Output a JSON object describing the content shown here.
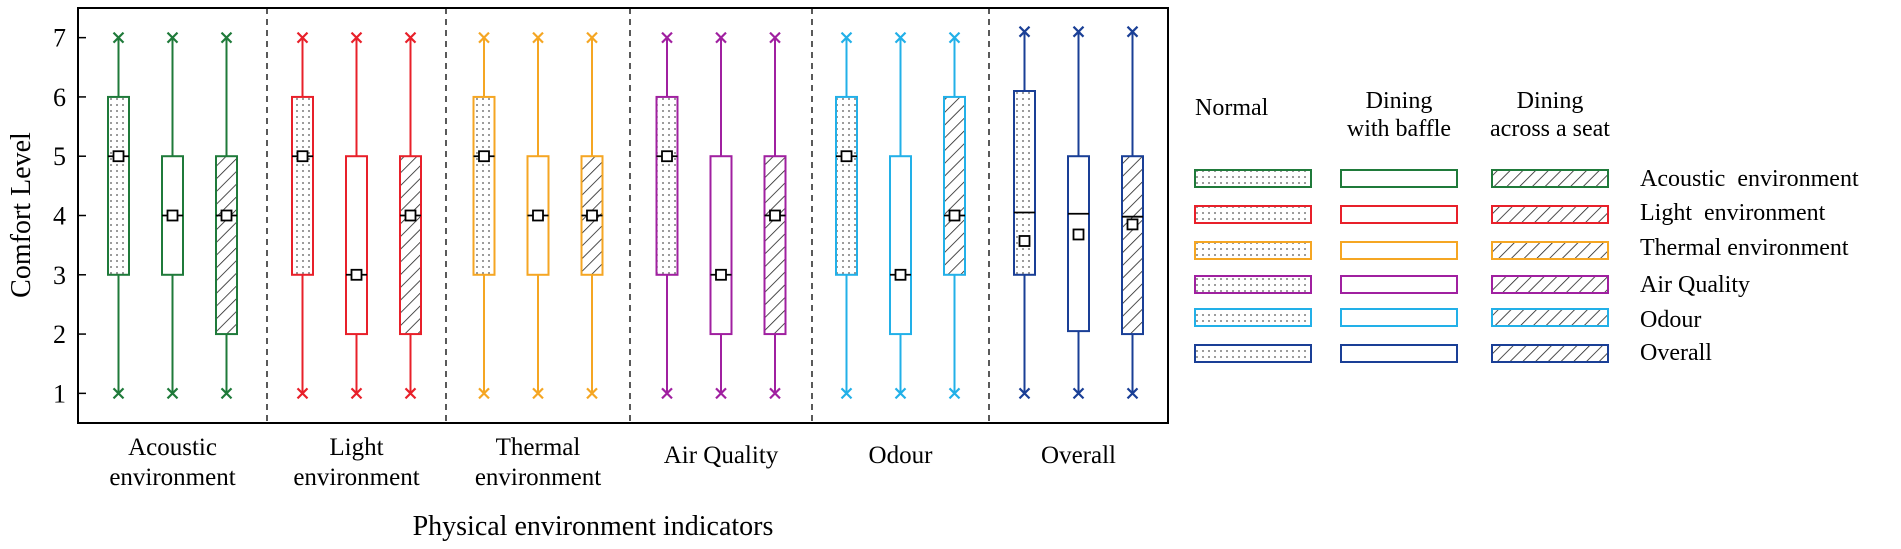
{
  "chart_data": {
    "type": "boxplot",
    "xlabel": "Physical environment indicators",
    "ylabel": "Comfort Level",
    "ylim": [
      0.5,
      7.5
    ],
    "yticks": [
      "1",
      "2",
      "3",
      "4",
      "5",
      "6",
      "7"
    ],
    "categories": [
      {
        "lines": [
          "Acoustic",
          "environment"
        ]
      },
      {
        "lines": [
          "Light",
          "environment"
        ]
      },
      {
        "lines": [
          "Thermal",
          "environment"
        ]
      },
      {
        "lines": [
          "Air Quality"
        ]
      },
      {
        "lines": [
          "Odour"
        ]
      },
      {
        "lines": [
          "Overall"
        ]
      }
    ],
    "groups": [
      {
        "lines": [
          "Normal"
        ],
        "fill": "dots"
      },
      {
        "lines": [
          "Dining",
          "with baffle"
        ],
        "fill": "none"
      },
      {
        "lines": [
          "Dining",
          "across a seat"
        ],
        "fill": "hatch"
      }
    ],
    "legend_rows": [
      {
        "label": "Acoustic  environment",
        "color": "#1f7a3a"
      },
      {
        "label": "Light  environment",
        "color": "#e8202a"
      },
      {
        "label": "Thermal environment",
        "color": "#f5a623"
      },
      {
        "label": "Air Quality",
        "color": "#a020a0"
      },
      {
        "label": "Odour",
        "color": "#22b0e8"
      },
      {
        "label": "Overall",
        "color": "#1a3f96"
      }
    ],
    "series": [
      {
        "category": "Acoustic environment",
        "color": "#1f7a3a",
        "boxes": [
          {
            "group": "Normal",
            "min": 1,
            "q1": 3,
            "median": 5,
            "q3": 6,
            "max": 7,
            "mean": 5
          },
          {
            "group": "Dining with baffle",
            "min": 1,
            "q1": 3,
            "median": 4,
            "q3": 5,
            "max": 7,
            "mean": 4
          },
          {
            "group": "Dining across a seat",
            "min": 1,
            "q1": 2,
            "median": 4,
            "q3": 5,
            "max": 7,
            "mean": 4
          }
        ]
      },
      {
        "category": "Light environment",
        "color": "#e8202a",
        "boxes": [
          {
            "group": "Normal",
            "min": 1,
            "q1": 3,
            "median": 5,
            "q3": 6,
            "max": 7,
            "mean": 5
          },
          {
            "group": "Dining with baffle",
            "min": 1,
            "q1": 2,
            "median": 3,
            "q3": 5,
            "max": 7,
            "mean": 3
          },
          {
            "group": "Dining across a seat",
            "min": 1,
            "q1": 2,
            "median": 4,
            "q3": 5,
            "max": 7,
            "mean": 4
          }
        ]
      },
      {
        "category": "Thermal environment",
        "color": "#f5a623",
        "boxes": [
          {
            "group": "Normal",
            "min": 1,
            "q1": 3,
            "median": 5,
            "q3": 6,
            "max": 7,
            "mean": 5
          },
          {
            "group": "Dining with baffle",
            "min": 1,
            "q1": 3,
            "median": 4,
            "q3": 5,
            "max": 7,
            "mean": 4
          },
          {
            "group": "Dining across a seat",
            "min": 1,
            "q1": 3,
            "median": 4,
            "q3": 5,
            "max": 7,
            "mean": 4
          }
        ]
      },
      {
        "category": "Air Quality",
        "color": "#a020a0",
        "boxes": [
          {
            "group": "Normal",
            "min": 1,
            "q1": 3,
            "median": 5,
            "q3": 6,
            "max": 7,
            "mean": 5
          },
          {
            "group": "Dining with baffle",
            "min": 1,
            "q1": 2,
            "median": 3,
            "q3": 5,
            "max": 7,
            "mean": 3
          },
          {
            "group": "Dining across a seat",
            "min": 1,
            "q1": 2,
            "median": 4,
            "q3": 5,
            "max": 7,
            "mean": 4
          }
        ]
      },
      {
        "category": "Odour",
        "color": "#22b0e8",
        "boxes": [
          {
            "group": "Normal",
            "min": 1,
            "q1": 3,
            "median": 5,
            "q3": 6,
            "max": 7,
            "mean": 5
          },
          {
            "group": "Dining with baffle",
            "min": 1,
            "q1": 2,
            "median": 3,
            "q3": 5,
            "max": 7,
            "mean": 3
          },
          {
            "group": "Dining across a seat",
            "min": 1,
            "q1": 3,
            "median": 4,
            "q3": 6,
            "max": 7,
            "mean": 4
          }
        ]
      },
      {
        "category": "Overall",
        "color": "#1a3f96",
        "boxes": [
          {
            "group": "Normal",
            "min": 1,
            "q1": 3,
            "median": 4.05,
            "q3": 6.1,
            "max": 7.1,
            "mean": 3.57
          },
          {
            "group": "Dining with baffle",
            "min": 1,
            "q1": 2.05,
            "median": 4.03,
            "q3": 5,
            "max": 7.1,
            "mean": 3.68
          },
          {
            "group": "Dining across a seat",
            "min": 1,
            "q1": 2,
            "median": 3.98,
            "q3": 5,
            "max": 7.1,
            "mean": 3.85
          }
        ]
      }
    ]
  }
}
